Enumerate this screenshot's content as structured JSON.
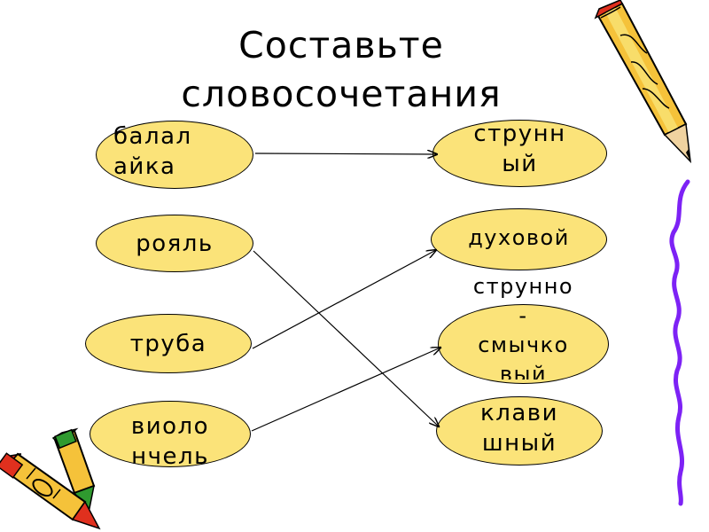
{
  "title": {
    "line1": "Составьте",
    "line2": "словосочетания"
  },
  "left_items": [
    {
      "line1": "балал",
      "line2": "айка"
    },
    {
      "line1": "рояль"
    },
    {
      "line1": "труба"
    },
    {
      "line1": "виоло",
      "line2": "нчель"
    }
  ],
  "right_items": [
    {
      "line1": "струнн",
      "line2": "ый"
    },
    {
      "line1": "духовой"
    },
    {
      "line1": "струнно",
      "line2": "-",
      "line3": "смычко",
      "line4": "вый"
    },
    {
      "line1": "клави",
      "line2": "шный"
    }
  ],
  "connections": [
    {
      "from": "балалайка",
      "to": "струнный"
    },
    {
      "from": "рояль",
      "to": "клавишный"
    },
    {
      "from": "труба",
      "to": "духовой"
    },
    {
      "from": "виолончель",
      "to": "струнно-смычковый"
    }
  ],
  "colors": {
    "oval_fill": "#fbe379",
    "outline": "#000000",
    "pencil_body": "#f5c23a",
    "squiggle": "#7d22f5"
  },
  "icons": [
    "pencil-icon",
    "crayons-icon",
    "squiggle-decoration"
  ]
}
